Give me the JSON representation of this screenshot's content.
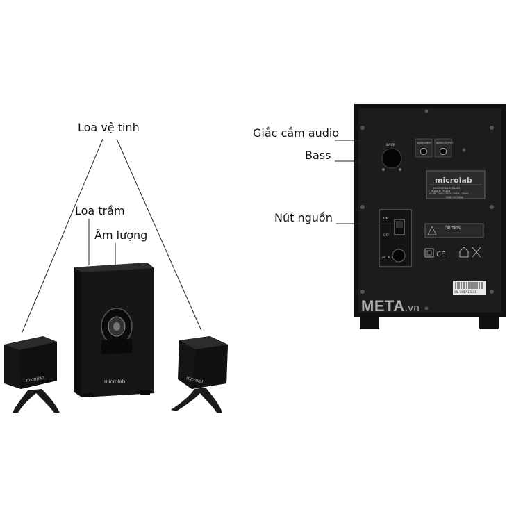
{
  "labels": {
    "satellite": "Loa vệ tinh",
    "subwoofer": "Loa trầm",
    "volume": "Âm lượng",
    "audio_jack": "Giắc cắm audio",
    "bass": "Bass",
    "power_button": "Nút nguồn"
  },
  "brand": {
    "logo": "microlab",
    "back_logo": "microlab"
  },
  "back_panel": {
    "subtitle": "MULTIMEDIA SPEAKER",
    "model": "MODEL: M-108",
    "ac_in": "AC IN: 220V~240V~50Hz 100mA",
    "made_in": "MADE IN CHINA",
    "bass_knob": "BASS",
    "audio_input": "AUDIO INPUT",
    "audio_output": "AUDIO OUTPUT",
    "on": "ON",
    "off": "OFF",
    "ac_in_socket": "AC IN",
    "caution": "CAUTION",
    "sticker": "SN: 8HEA12831"
  },
  "watermark": {
    "main": "META",
    "suffix": ".vn"
  },
  "colors": {
    "speaker_body": "#141414",
    "panel": "#1c1c1c",
    "text": "#111111"
  }
}
